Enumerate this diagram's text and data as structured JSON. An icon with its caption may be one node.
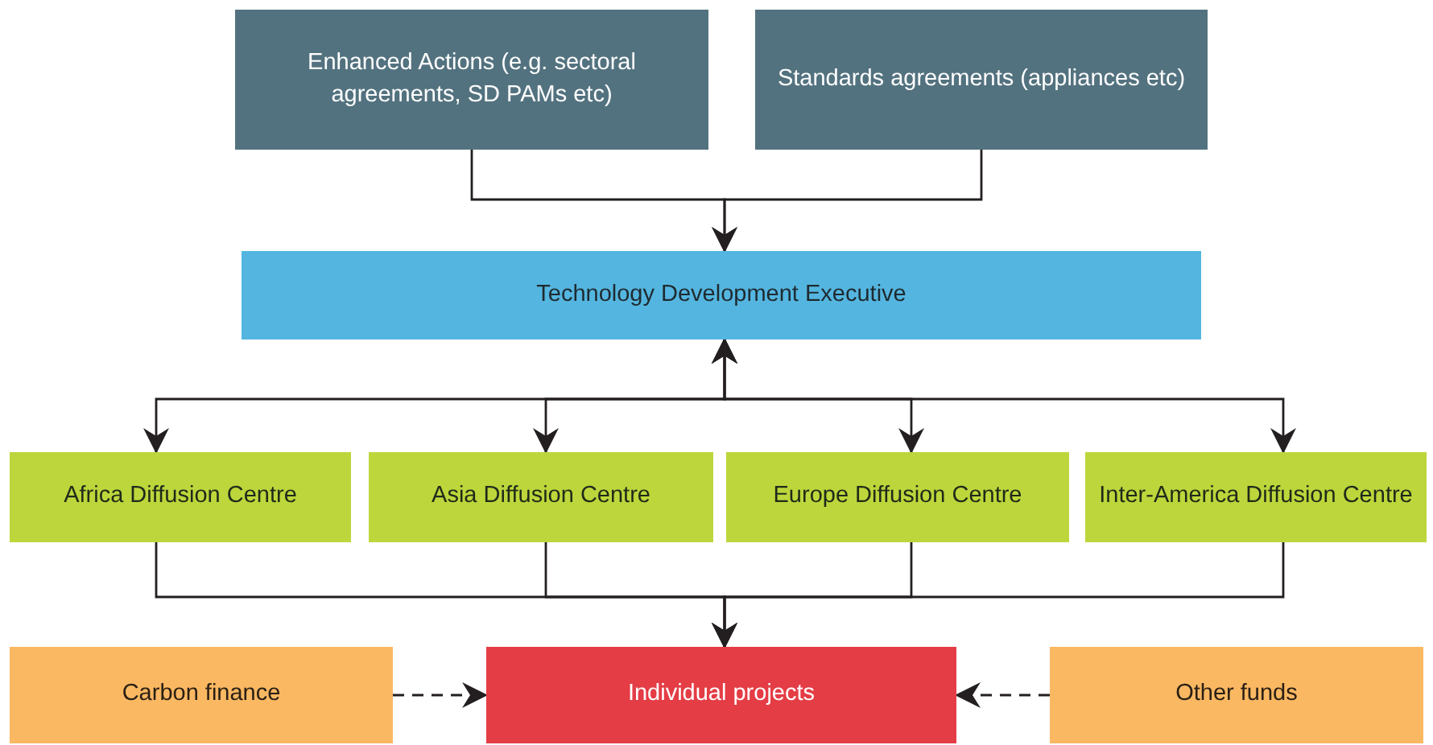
{
  "diagram": {
    "nodes": [
      {
        "text": [
          "Enhanced Actions (e.g. sectoral agreements, SD PAMs etc)"
        ]
      },
      {
        "text": [
          "Standards agreements (appliances etc)"
        ]
      },
      {
        "text": [
          "Technology Development Executive"
        ]
      },
      {
        "text": [
          "Africa Diffusion Centre"
        ]
      },
      {
        "text": [
          "Asia Diffusion Centre"
        ]
      },
      {
        "text": [
          "Europe Diffusion Centre"
        ]
      },
      {
        "text": [
          "Inter-America Diffusion Centre"
        ]
      },
      {
        "text": [
          "Carbon finance"
        ]
      },
      {
        "text": [
          "Individual projects"
        ]
      },
      {
        "text": [
          "Other funds"
        ]
      }
    ],
    "edges": [
      {
        "from": 0,
        "to": 2,
        "arrow": "to"
      },
      {
        "from": 1,
        "to": 2,
        "arrow": "to"
      },
      {
        "from": 2,
        "to": 3,
        "arrow": "both"
      },
      {
        "from": 2,
        "to": 4,
        "arrow": "both"
      },
      {
        "from": 2,
        "to": 5,
        "arrow": "both"
      },
      {
        "from": 2,
        "to": 6,
        "arrow": "both"
      },
      {
        "from": 3,
        "to": 8,
        "arrow": "to"
      },
      {
        "from": 4,
        "to": 8,
        "arrow": "to"
      },
      {
        "from": 5,
        "to": 8,
        "arrow": "to"
      },
      {
        "from": 6,
        "to": 8,
        "arrow": "to"
      },
      {
        "from": 7,
        "to": 8,
        "arrow": "to",
        "style": "dashed"
      },
      {
        "from": 9,
        "to": 8,
        "arrow": "to",
        "style": "dashed"
      }
    ]
  }
}
